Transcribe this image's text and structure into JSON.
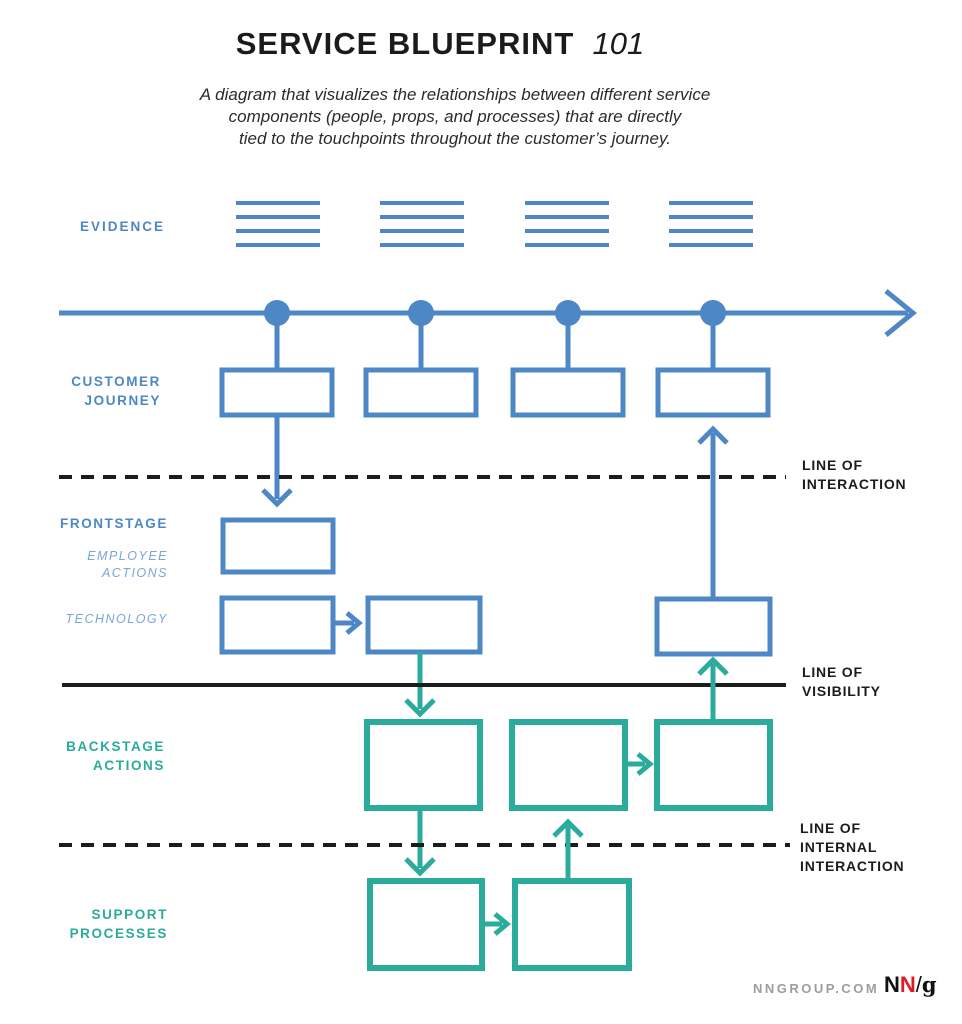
{
  "header": {
    "title": "SERVICE BLUEPRINT",
    "title_suffix": "101",
    "subtitle_line1": "A diagram that visualizes the relationships between different service",
    "subtitle_line2": "components (people, props, and processes) that are directly",
    "subtitle_line3": "tied to the touchpoints throughout the customer’s journey."
  },
  "rows": {
    "evidence": "EVIDENCE",
    "customer_journey_line1": "CUSTOMER",
    "customer_journey_line2": "JOURNEY",
    "frontstage": "FRONTSTAGE",
    "employee_actions_line1": "EMPLOYEE",
    "employee_actions_line2": "ACTIONS",
    "technology": "TECHNOLOGY",
    "backstage_line1": "BACKSTAGE",
    "backstage_line2": "ACTIONS",
    "support_line1": "SUPPORT",
    "support_line2": "PROCESSES"
  },
  "lines": {
    "interaction_line1": "LINE OF",
    "interaction_line2": "INTERACTION",
    "visibility_line1": "LINE OF",
    "visibility_line2": "VISIBILITY",
    "internal_line1": "LINE OF",
    "internal_line2": "INTERNAL",
    "internal_line3": "INTERACTION"
  },
  "footer": {
    "site": "NNGROUP.COM",
    "logo_n1": "N",
    "logo_n2": "N",
    "logo_slash": "/",
    "logo_g": "g"
  },
  "colors": {
    "blue": "#4d87c6",
    "blue_light": "#79a6d9",
    "teal": "#2aab9c",
    "black": "#1c1c1c",
    "gray_footer": "#9d9da0",
    "logo_red": "#e01b24"
  }
}
